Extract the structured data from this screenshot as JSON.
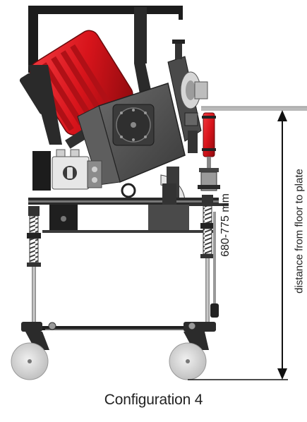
{
  "figure": {
    "caption": "Configuration 4",
    "dimension_label": "680-775 mm",
    "dimension_description": "distance from floor to plate"
  },
  "colors": {
    "motor_red": "#d8141b",
    "frame_dark": "#1c1c1c",
    "body_grey": "#505050",
    "steel": "#9a9a9a",
    "spring": "#5b5b5b",
    "wheel": "#dcdcdc",
    "plate": "#b9b9b9",
    "line": "#111111"
  },
  "icons": {
    "motor": "motor-icon",
    "wheel": "caster-wheel-icon",
    "spring": "spring-icon",
    "arrow": "double-arrow-icon"
  }
}
